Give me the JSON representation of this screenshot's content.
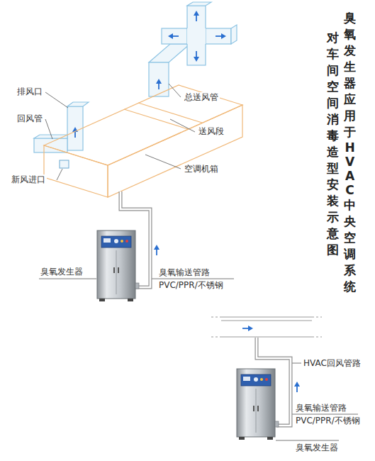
{
  "diagram": {
    "title": "臭氧发生器应用于HVAC中央空调系统",
    "labels": [
      "排风口",
      "回风管",
      "新风进口",
      "总送风管",
      "送风段",
      "空调机箱",
      "臭氧发生器",
      "臭氧输送管路",
      "PVC/PPR/不锈钢",
      "HVAC回风管路",
      "臭氧输送管路",
      "PVC/PPR/不锈钢",
      "臭氧发生器",
      "对车间空间消毒造型安装示意图"
    ]
  }
}
